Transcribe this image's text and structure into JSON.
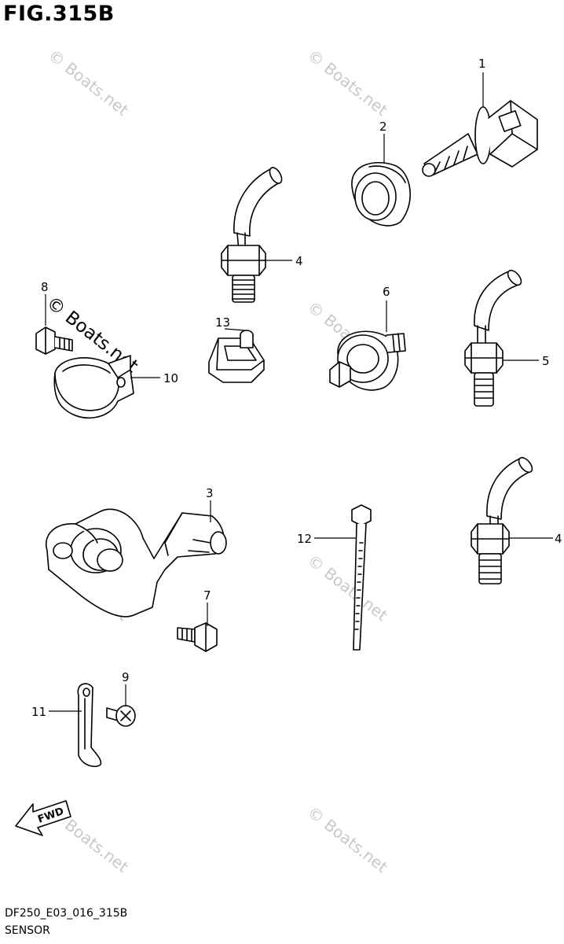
{
  "figure": {
    "title": "FIG.315B",
    "code": "DF250_E03_016_315B",
    "name": "SENSOR"
  },
  "watermark": {
    "light_text": "© Boats.net",
    "dark_text": "© Boats.net"
  },
  "callouts": {
    "c1": "1",
    "c2": "2",
    "c3": "3",
    "c4a": "4",
    "c4b": "4",
    "c5": "5",
    "c6": "6",
    "c7": "7",
    "c8": "8",
    "c9": "9",
    "c10": "10",
    "c11": "11",
    "c12": "12",
    "c13": "13"
  },
  "direction_marker": "FWD"
}
